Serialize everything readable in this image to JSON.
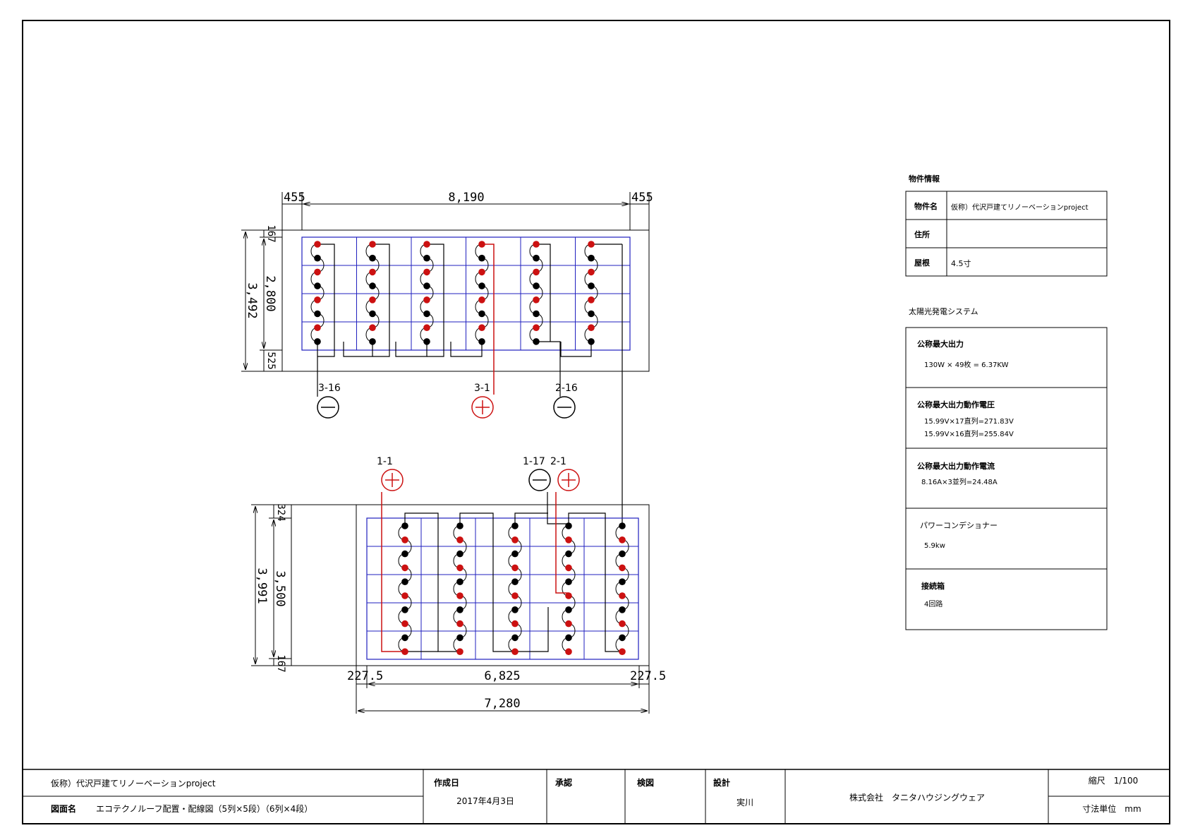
{
  "upper": {
    "dim_left": "455",
    "dim_center": "8,190",
    "dim_right": "455",
    "dim_height_total": "3,492",
    "dim_height_inner": "2,800",
    "dim_top_margin": "167",
    "dim_bottom_margin": "525",
    "terminals": [
      {
        "label": "3-16",
        "polarity": "minus"
      },
      {
        "label": "3-1",
        "polarity": "plus"
      },
      {
        "label": "2-16",
        "polarity": "minus"
      }
    ]
  },
  "lower": {
    "dim_left": "227.5",
    "dim_center": "6,825",
    "dim_right": "227.5",
    "dim_width_total": "7,280",
    "dim_height_total": "3,991",
    "dim_height_inner": "3,500",
    "dim_top_margin": "324",
    "dim_bottom_margin": "167",
    "terminals": [
      {
        "label": "1-1",
        "polarity": "plus"
      },
      {
        "label": "1-17",
        "polarity": "minus"
      },
      {
        "label": "2-1",
        "polarity": "plus"
      }
    ]
  },
  "property": {
    "heading": "物件情報",
    "rows": [
      {
        "label": "物件名",
        "value": "仮称）代沢戸建てリノーベーションproject"
      },
      {
        "label": "住所",
        "value": ""
      },
      {
        "label": "屋根",
        "value": "4.5寸"
      }
    ]
  },
  "system": {
    "heading": "太陽光発電システム",
    "sections": [
      {
        "title": "公称最大出力",
        "lines": [
          "130W × 49枚 = 6.37KW"
        ]
      },
      {
        "title": "公称最大出力動作電圧",
        "lines": [
          "15.99V×17直列=271.83V",
          "15.99V×16直列=255.84V"
        ]
      },
      {
        "title": "公称最大出力動作電流",
        "lines": [
          "8.16A×3並列=24.48A"
        ]
      },
      {
        "title": "パワーコンデショナー",
        "lines": [
          "5.9kw"
        ]
      },
      {
        "title": "接続箱",
        "lines": [
          "4回路"
        ]
      }
    ]
  },
  "title_block": {
    "project": "仮称）代沢戸建てリノーベーションproject",
    "drawing_label": "図面名",
    "drawing_name": "エコテクノルーフ配置・配線図（5列×5段）（6列×4段）",
    "created_label": "作成日",
    "created_date": "2017年4月3日",
    "approval_label": "承認",
    "check_label": "検図",
    "design_label": "設計",
    "designer": "実川",
    "company": "株式会社　タニタハウジングウェア",
    "scale": "縮尺　1/100",
    "unit": "寸法単位　mm"
  },
  "colors": {
    "line": "#000000",
    "grid": "#1f1fbf",
    "positive": "#cc1111",
    "negative": "#000000"
  }
}
